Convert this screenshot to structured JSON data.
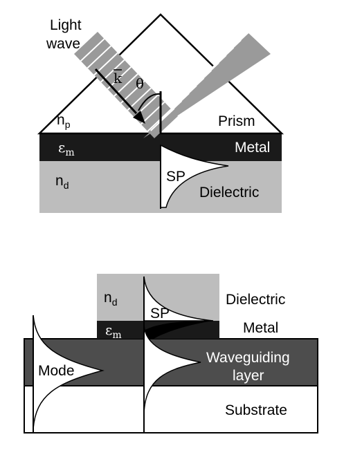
{
  "colors": {
    "background": "#ffffff",
    "dielectric": "#bdbdbd",
    "metal": "#1a1a1a",
    "waveguide": "#4d4d4d",
    "beam": "#9a9a9a",
    "outline": "#000000"
  },
  "top_figure": {
    "light_label_1": "Light",
    "light_label_2": "wave",
    "wavevector": "k",
    "angle": "θ",
    "prism_index": "n",
    "prism_index_sub": "p",
    "prism_label": "Prism",
    "metal_permittivity": "ε",
    "metal_permittivity_sub": "m",
    "metal_label": "Metal",
    "dielectric_index": "n",
    "dielectric_index_sub": "d",
    "sp_label": "SP",
    "dielectric_label": "Dielectric"
  },
  "bottom_figure": {
    "dielectric_index": "n",
    "dielectric_index_sub": "d",
    "sp_label": "SP",
    "dielectric_label": "Dielectric",
    "metal_permittivity": "ε",
    "metal_permittivity_sub": "m",
    "metal_label": "Metal",
    "mode_label": "Mode",
    "waveguide_label_1": "Waveguiding",
    "waveguide_label_2": "layer",
    "substrate_label": "Substrate"
  }
}
